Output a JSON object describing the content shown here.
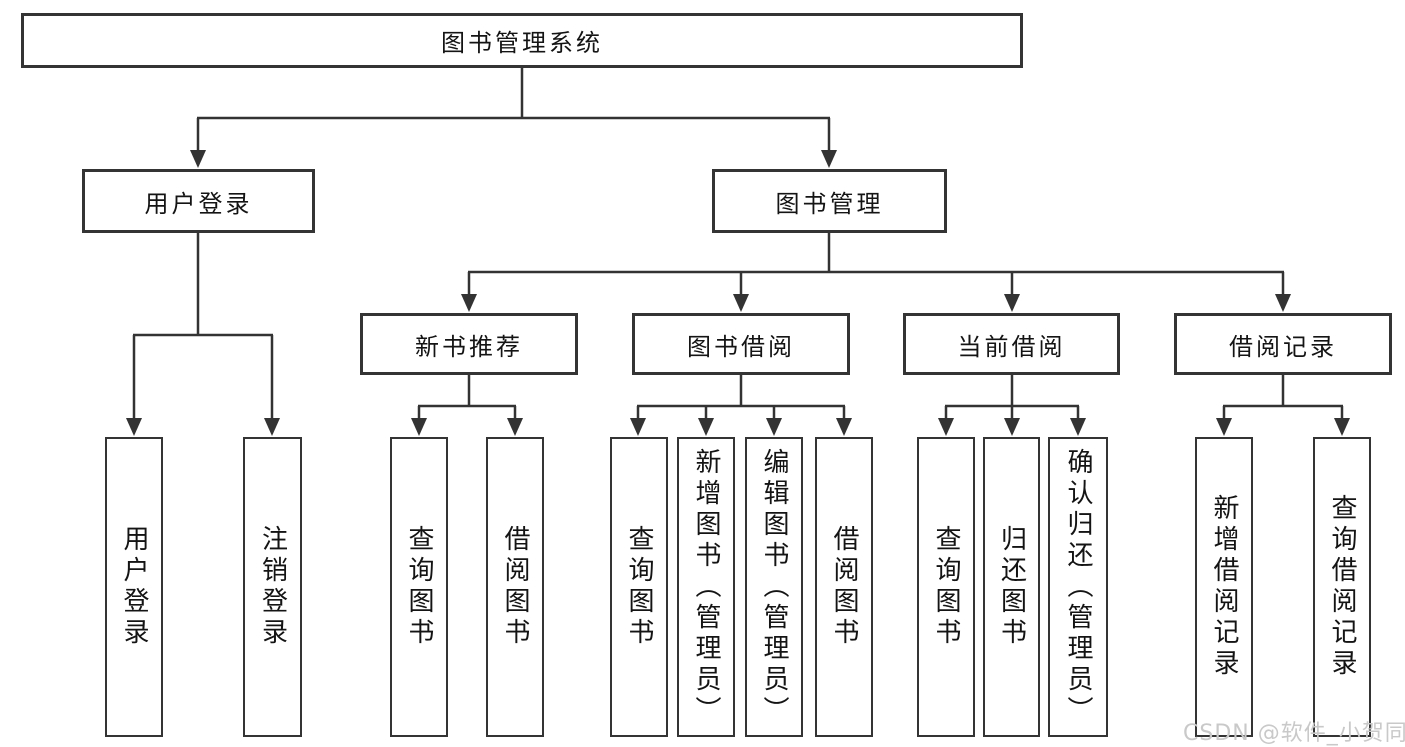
{
  "diagram": {
    "root": {
      "label": "图书管理系统"
    },
    "level1": [
      {
        "label": "用户登录"
      },
      {
        "label": "图书管理"
      }
    ],
    "level2": [
      {
        "label": "新书推荐"
      },
      {
        "label": "图书借阅"
      },
      {
        "label": "当前借阅"
      },
      {
        "label": "借阅记录"
      }
    ],
    "leaves": [
      {
        "label": "用户登录"
      },
      {
        "label": "注销登录"
      },
      {
        "label": "查询图书"
      },
      {
        "label": "借阅图书"
      },
      {
        "label": "查询图书"
      },
      {
        "label": "新增图书（管理员）"
      },
      {
        "label": "编辑图书（管理员）"
      },
      {
        "label": "借阅图书"
      },
      {
        "label": "查询图书"
      },
      {
        "label": "归还图书"
      },
      {
        "label": "确认归还（管理员）"
      },
      {
        "label": "新增借阅记录"
      },
      {
        "label": "查询借阅记录"
      }
    ],
    "line_color": "#333333",
    "watermark": {
      "text": "CSDN @软件_小贺同学",
      "color": "#c9c9c9"
    }
  }
}
